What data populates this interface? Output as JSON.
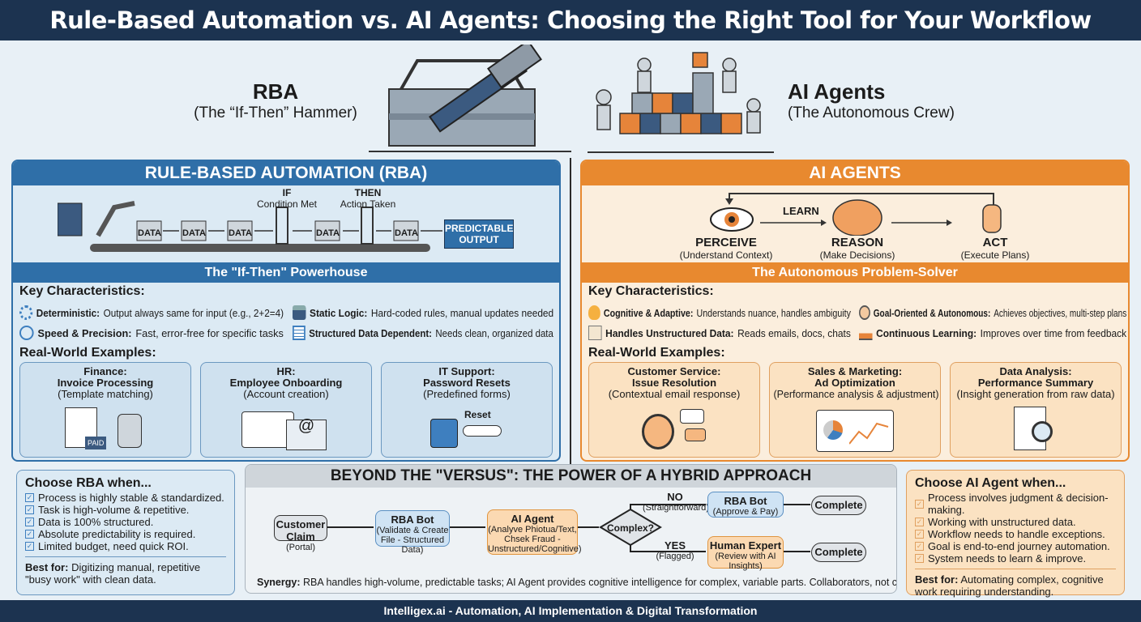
{
  "title": "Rule-Based Automation vs. AI Agents: Choosing the Right Tool for Your Workflow",
  "hero": {
    "rba_title": "RBA",
    "rba_subtitle": "(The “If-Then” Hammer)",
    "ai_title": "AI Agents",
    "ai_subtitle": "(The Autonomous Crew)"
  },
  "rba": {
    "header": "RULE-BASED AUTOMATION (RBA)",
    "flow": {
      "data_label": "DATA",
      "if_label": "IF",
      "if_sub": "Condition Met",
      "then_label": "THEN",
      "then_sub": "Action Taken",
      "output": "PREDICTABLE OUTPUT"
    },
    "subheader": "The \"If-Then\" Powerhouse",
    "key_title": "Key Characteristics:",
    "characteristics": [
      {
        "icon": "gear-icon",
        "label": "Deterministic:",
        "text": "Output always same for input (e.g., 2+2=4)"
      },
      {
        "icon": "lock-icon",
        "label": "Static Logic:",
        "text": "Hard-coded rules, manual updates needed"
      },
      {
        "icon": "stopwatch-icon",
        "label": "Speed & Precision:",
        "text": "Fast, error-free for specific tasks"
      },
      {
        "icon": "table-icon",
        "label": "Structured Data Dependent:",
        "text": "Needs clean, organized data"
      }
    ],
    "examples_title": "Real-World Examples:",
    "examples": [
      {
        "category": "Finance:",
        "title": "Invoice Processing",
        "detail": "(Template matching)",
        "badge": "PAID"
      },
      {
        "category": "HR:",
        "title": "Employee Onboarding",
        "detail": "(Account creation)"
      },
      {
        "category": "IT Support:",
        "title": "Password Resets",
        "detail": "(Predefined forms)",
        "badge": "Reset"
      }
    ]
  },
  "ai": {
    "header": "AI AGENTS",
    "cycle": {
      "learn": "LEARN",
      "steps": [
        {
          "title": "PERCEIVE",
          "sub": "(Understand Context)"
        },
        {
          "title": "REASON",
          "sub": "(Make Decisions)"
        },
        {
          "title": "ACT",
          "sub": "(Execute Plans)"
        }
      ]
    },
    "subheader": "The Autonomous Problem-Solver",
    "key_title": "Key Characteristics:",
    "characteristics": [
      {
        "icon": "lightbulb-icon",
        "label": "Cognitive & Adaptive:",
        "text": "Understands nuance, handles ambiguity"
      },
      {
        "icon": "compass-icon",
        "label": "Goal-Oriented & Autonomous:",
        "text": "Achieves objectives, multi-step plans"
      },
      {
        "icon": "document-icon",
        "label": "Handles Unstructured Data:",
        "text": "Reads emails, docs, chats"
      },
      {
        "icon": "growth-chart-icon",
        "label": "Continuous Learning:",
        "text": "Improves over time from feedback"
      }
    ],
    "examples_title": "Real-World Examples:",
    "examples": [
      {
        "category": "Customer Service:",
        "title": "Issue Resolution",
        "detail": "(Contextual email response)"
      },
      {
        "category": "Sales & Marketing:",
        "title": "Ad Optimization",
        "detail": "(Performance analysis & adjustment)"
      },
      {
        "category": "Data Analysis:",
        "title": "Performance Summary",
        "detail": "(Insight generation from raw data)"
      }
    ]
  },
  "choose_rba": {
    "title": "Choose RBA when...",
    "items": [
      "Process is highly stable & standardized.",
      "Task is high-volume & repetitive.",
      "Data is 100% structured.",
      "Absolute predictability is required.",
      "Limited budget, need quick ROI."
    ],
    "best_label": "Best for:",
    "best_text": "Digitizing manual, repetitive \"busy work\" with clean data."
  },
  "choose_ai": {
    "title": "Choose AI Agent when...",
    "items": [
      "Process involves judgment & decision-making.",
      "Working with unstructured data.",
      "Workflow needs to handle exceptions.",
      "Goal is end-to-end journey automation.",
      "System needs to learn & improve."
    ],
    "best_label": "Best for:",
    "best_text": "Automating complex, cognitive work requiring understanding."
  },
  "hybrid": {
    "title": "BEYOND THE \"VERSUS\": THE POWER OF A HYBRID APPROACH",
    "nodes": {
      "claim": {
        "title": "Customer Claim",
        "sub": "(Portal)"
      },
      "rba1": {
        "title": "RBA Bot",
        "sub": "(Validate & Create File - Structured Data)"
      },
      "agent": {
        "title": "AI Agent",
        "sub": "(Analyve Phiotua/Text, Chsek Fraud - Unstructured/Cognitive)"
      },
      "decision": "Complex?",
      "no": {
        "title": "NO",
        "sub": "(Straightforward)"
      },
      "yes": {
        "title": "YES",
        "sub": "(Flagged)"
      },
      "rba2": {
        "title": "RBA Bot",
        "sub": "(Approve & Pay)"
      },
      "human": {
        "title": "Human Expert",
        "sub": "(Review with AI Insights)"
      },
      "complete": "Complete"
    },
    "synergy_label": "Synergy:",
    "synergy_text": "RBA handles high-volume, predictable tasks; AI Agent provides cognitive intelligence for complex, variable parts. Collaborators, not competitors."
  },
  "footer": "Intelligex.ai - Automation, AI Implementation & Digital Transformation",
  "colors": {
    "navy": "#1c3350",
    "rba_blue": "#2f6fa8",
    "ai_orange": "#e8892f"
  }
}
